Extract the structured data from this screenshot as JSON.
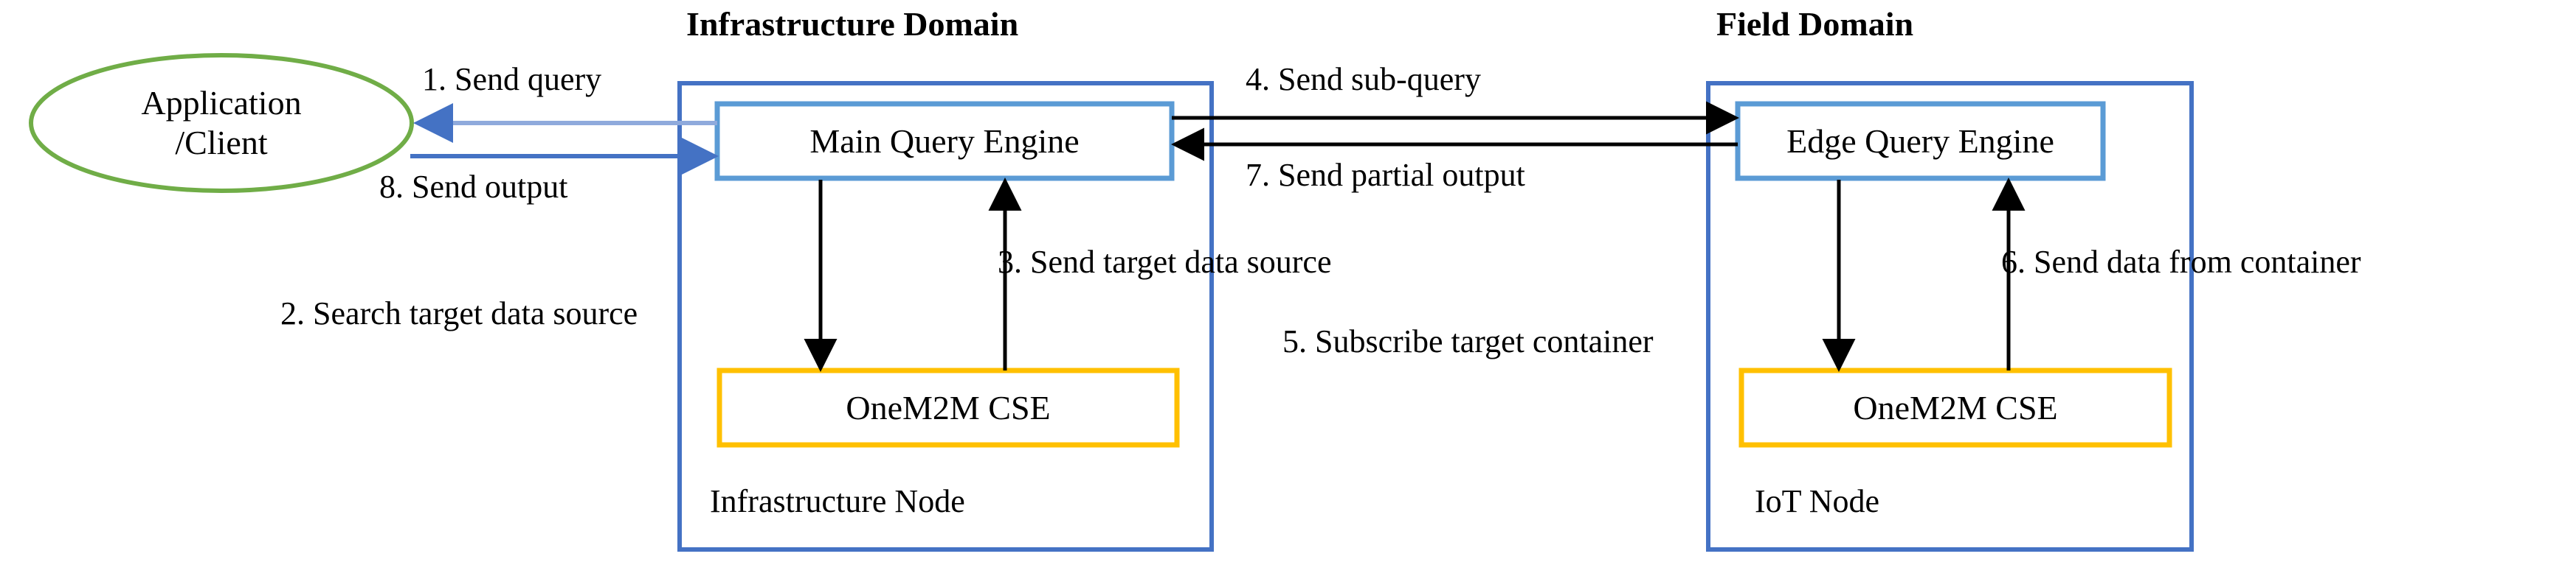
{
  "diagram": {
    "title_infrastructure_domain": "Infrastructure Domain",
    "title_field_domain": "Field Domain",
    "client": {
      "line1": "Application",
      "line2": "/Client"
    },
    "infrastructure": {
      "engine": "Main Query Engine",
      "cse": "OneM2M CSE",
      "node": "Infrastructure Node"
    },
    "field": {
      "engine": "Edge Query Engine",
      "cse": "OneM2M CSE",
      "node": "IoT Node"
    },
    "steps": [
      {
        "id": 1,
        "label": "1. Send query"
      },
      {
        "id": 2,
        "label": "2. Search target data source"
      },
      {
        "id": 3,
        "label": "3. Send target data source"
      },
      {
        "id": 4,
        "label": "4. Send sub-query"
      },
      {
        "id": 5,
        "label": "5. Subscribe target container"
      },
      {
        "id": 6,
        "label": "6. Send data from container"
      },
      {
        "id": 7,
        "label": "7. Send partial output"
      },
      {
        "id": 8,
        "label": "8. Send output"
      }
    ],
    "colors": {
      "domain_border": "#4472C4",
      "engine_border": "#5B9BD5",
      "cse_border": "#FFC000",
      "client_ellipse_border": "#70AD47",
      "arrow_dark": "#000000",
      "arrow_blue_light": "#8FAADC",
      "arrow_blue_dark": "#4472C4",
      "background": "#FFFFFF"
    }
  }
}
